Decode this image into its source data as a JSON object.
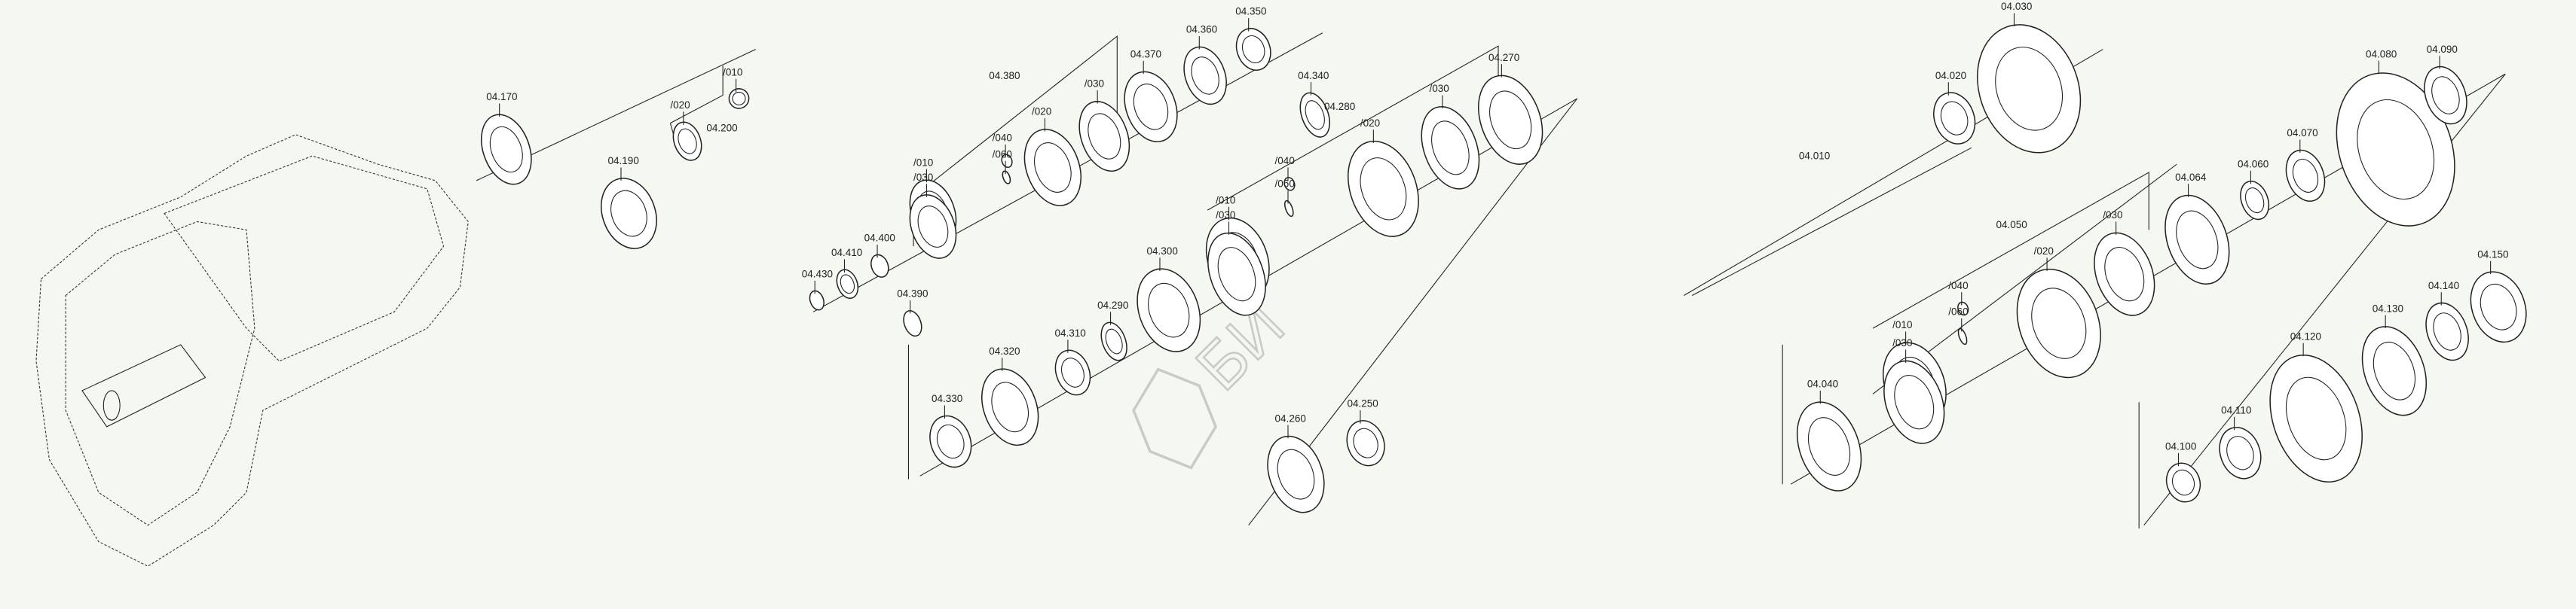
{
  "diagram": {
    "watermark_logo": "БИ",
    "labels": [
      "04.170",
      "04.190",
      "/010",
      "/020",
      "04.200",
      "04.350",
      "04.360",
      "04.340",
      "04.370",
      "04.380",
      "/030",
      "/020",
      "/040",
      "/060",
      "/010",
      "/030",
      "04.400",
      "04.410",
      "04.430",
      "04.390",
      "04.300",
      "04.290",
      "04.310",
      "04.320",
      "04.330",
      "04.280",
      "/020",
      "/030",
      "04.270",
      "/040",
      "/060",
      "/010",
      "/030",
      "04.260",
      "04.250",
      "04.030",
      "04.020",
      "04.010",
      "04.050",
      "/020",
      "/030",
      "04.064",
      "04.060",
      "04.070",
      "04.080",
      "04.090",
      "/040",
      "/060",
      "/010",
      "/030",
      "04.040",
      "04.150",
      "04.140",
      "04.130",
      "04.120",
      "04.110",
      "04.100"
    ]
  }
}
